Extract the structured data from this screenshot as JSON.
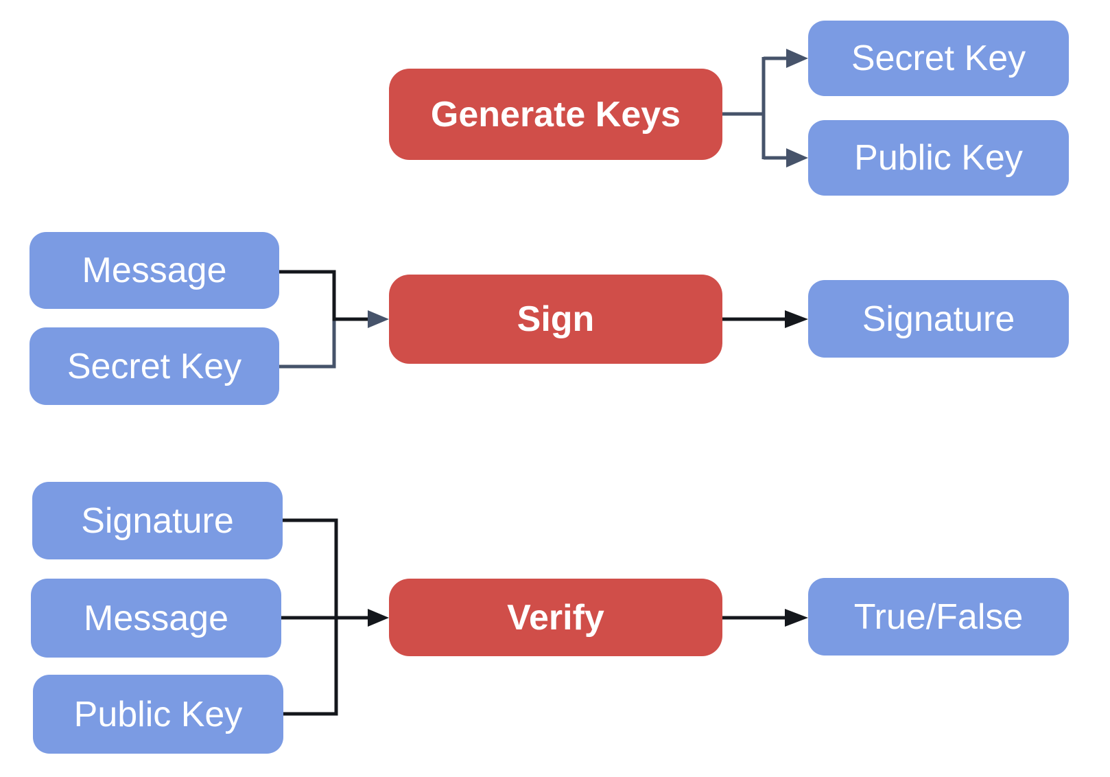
{
  "colors": {
    "process_fill": "#d04e49",
    "io_fill": "#7b9be3",
    "connector_slate": "#46536a",
    "connector_black": "#14171c",
    "label_text": "#ffffff",
    "background": "#ffffff"
  },
  "flows": [
    {
      "name": "key-generation",
      "process": "Generate Keys",
      "inputs": [],
      "outputs": [
        "Secret Key",
        "Public Key"
      ]
    },
    {
      "name": "signing",
      "process": "Sign",
      "inputs": [
        "Message",
        "Secret Key"
      ],
      "outputs": [
        "Signature"
      ]
    },
    {
      "name": "verification",
      "process": "Verify",
      "inputs": [
        "Signature",
        "Message",
        "Public Key"
      ],
      "outputs": [
        "True/False"
      ]
    }
  ]
}
